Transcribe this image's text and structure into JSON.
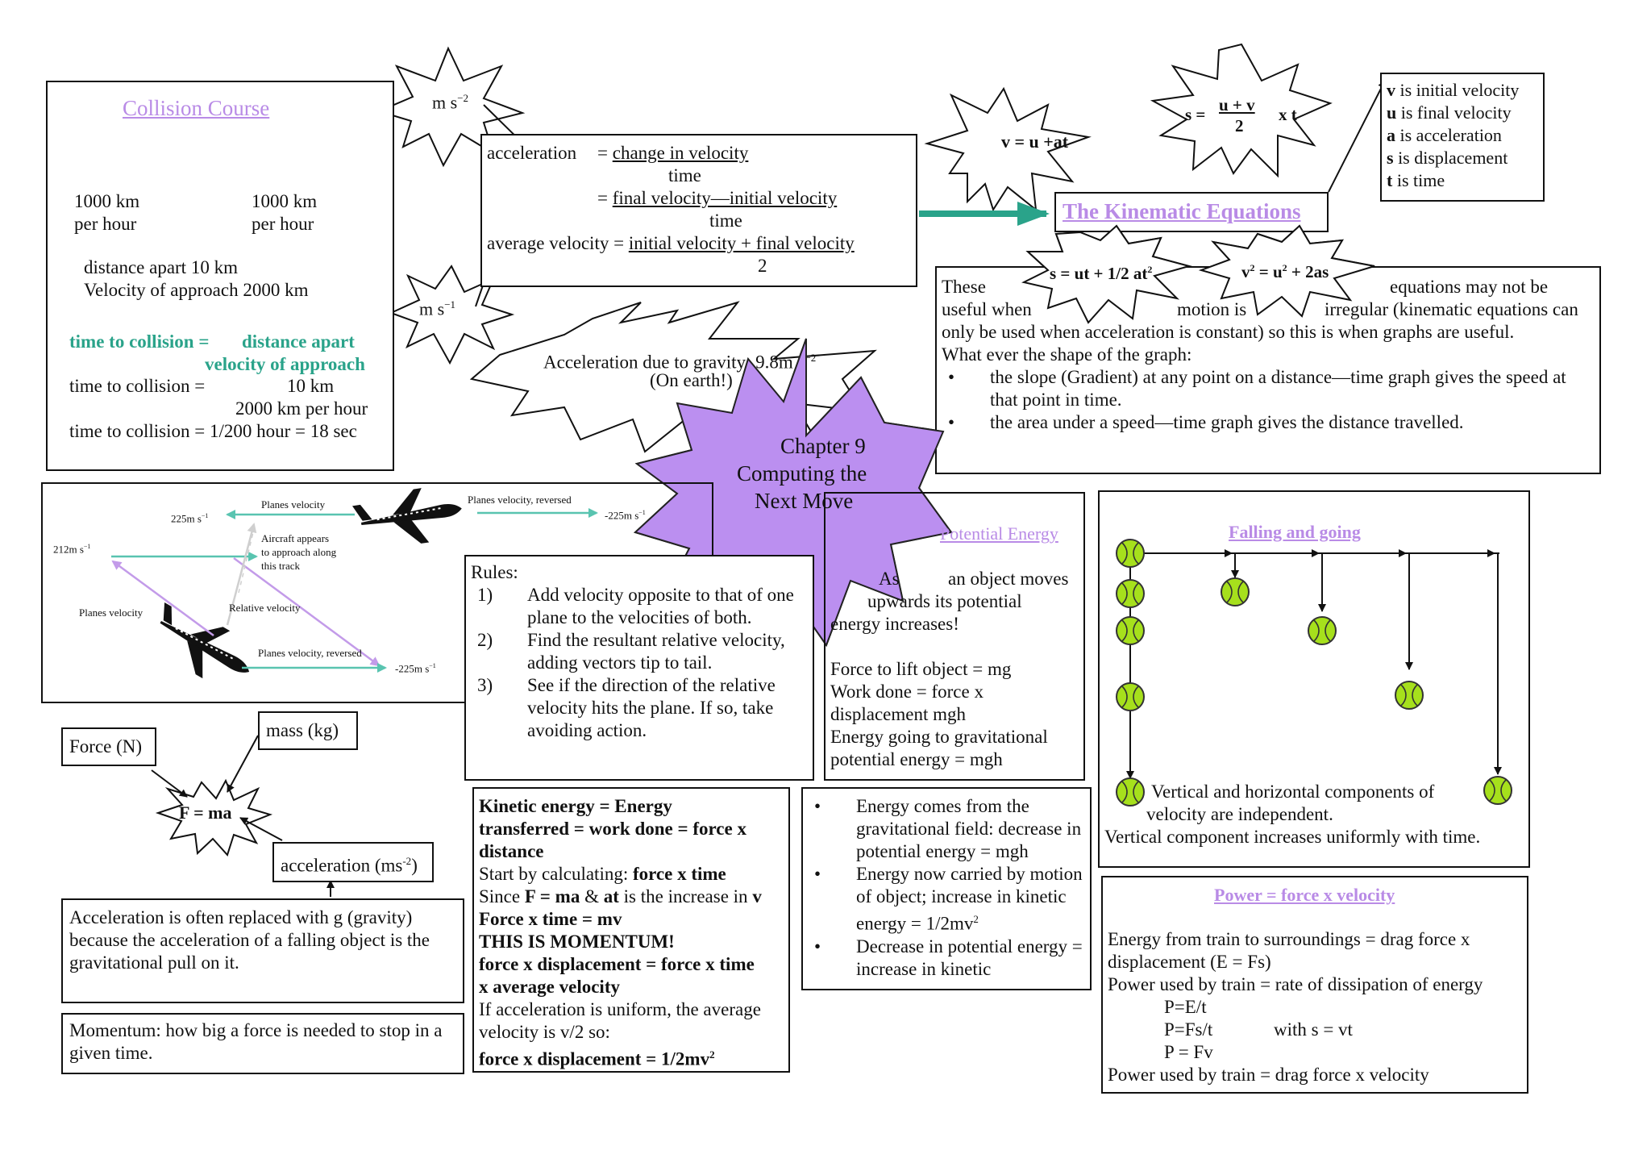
{
  "collision": {
    "title": "Collision Course",
    "speed_left": [
      "1000 km",
      "per hour"
    ],
    "speed_right": [
      "1000 km",
      "per hour"
    ],
    "distance": "distance apart 10 km",
    "approach": "Velocity of approach 2000 km",
    "ttc_label": "time to collision =",
    "ttc_num": "distance apart",
    "ttc_den": "velocity of approach",
    "ttc2_label": "time to collision =",
    "ttc2_num": "10 km",
    "ttc2_den": "2000 km per hour",
    "ttc3": "time to collision = 1/200 hour = 18 sec"
  },
  "accel_units": {
    "top": "m s",
    "top_sup": "−2",
    "bottom": "m s",
    "bottom_sup": "−1"
  },
  "acceleration_box": {
    "l1_label": "acceleration",
    "l1_eq": "= ",
    "l1_num": "change in velocity",
    "l1_den": "time",
    "l2_eq": "= ",
    "l2_num": "final velocity—initial velocity",
    "l2_den": "time",
    "l3_label": "average velocity =",
    "l3_num": "initial velocity + final velocity",
    "l3_den": "2"
  },
  "gravity": {
    "line1": "Acceleration due to gravity:  9.8m s",
    "sup": "−2",
    "line2": "(On earth!)"
  },
  "chapter": {
    "line1": "Chapter 9",
    "line2": "Computing the",
    "line3": "Next Move"
  },
  "kinematic": {
    "title": "The Kinematic Equations",
    "eq1": "v = u +at",
    "eq2_pre": "s =",
    "eq2_num": "u + v",
    "eq2_den": "2",
    "eq2_post": "x t",
    "eq3": "s = ut + 1/2 at",
    "eq3_sup": "2",
    "eq4_a": "v",
    "eq4_sup1": "2",
    "eq4_b": " = u",
    "eq4_sup2": "2",
    "eq4_c": " + 2as",
    "vars": [
      {
        "sym": "v",
        "text": " is initial velocity"
      },
      {
        "sym": "u",
        "text": " is final velocity"
      },
      {
        "sym": "a",
        "text": " is acceleration"
      },
      {
        "sym": "s",
        "text": " is displacement"
      },
      {
        "sym": "t",
        "text": " is time"
      }
    ],
    "text_a": "These",
    "text_b": "equations may not be",
    "text_c": "useful when",
    "text_d": "motion is",
    "text_e": "irregular (kinematic equations can",
    "text_f": "only be used when acceleration is constant) so this is when graphs are useful.",
    "text_g": "What ever the shape of the graph:",
    "bullets": [
      "the slope (Gradient) at any point on a distance—time graph gives the speed at that point in time.",
      "the area under a speed—time graph gives the distance travelled."
    ]
  },
  "relvel": {
    "planes_velocity_top": "Planes velocity",
    "planes_reversed_top": "Planes velocity, reversed",
    "v_225_left": "225m s",
    "v_225_right": "-225m s",
    "v_212": "212m s",
    "sup": "−1",
    "aircraft_appears": [
      "Aircraft appears",
      "to approach along",
      "this track"
    ],
    "relative": "Relative velocity",
    "planes_velocity_left": "Planes velocity",
    "planes_reversed_bottom": "Planes velocity, reversed",
    "v_225_bottom": "-225m s"
  },
  "rules": {
    "title": "Rules:",
    "items": [
      {
        "n": "1)",
        "text": "Add velocity opposite to that of one plane to the velocities of both."
      },
      {
        "n": "2)",
        "text": "Find the resultant relative velocity, adding vectors tip to tail."
      },
      {
        "n": "3)",
        "text": "See if the direction of the relative velocity hits the plane. If so, take avoiding action."
      }
    ]
  },
  "potential": {
    "title": "Potential Energy",
    "as": "As",
    "moves": "an object moves",
    "upwards": "upwards its potential",
    "increases": "energy increases!",
    "lines": [
      "Force to lift object = mg",
      "Work done = force x",
      "displacement  mgh",
      "Energy going to gravitational",
      "potential energy = mgh"
    ]
  },
  "falling": {
    "title": "Falling and going",
    "line1": "Vertical and horizontal components of",
    "line2": "velocity are independent.",
    "line3": "Vertical component increases uniformly with time."
  },
  "force": {
    "force_label": "Force (N)",
    "mass_label": "mass (kg)",
    "fma": "F = ma",
    "accel_label": "acceleration (ms",
    "accel_sup": "-2",
    "accel_close": ")"
  },
  "accel_note": "Acceleration is often replaced with g (gravity) because the acceleration of a falling object is the gravitational pull on it.",
  "momentum_note": "Momentum: how big a force is needed to stop in a given time.",
  "kinetic": {
    "l1": "Kinetic energy = Energy",
    "l2": "transferred = work done = force x",
    "l3": "distance",
    "l4a": "Start by calculating: ",
    "l4b": "force x time",
    "l5a": "Since ",
    "l5b": "F = ma",
    "l5c": " & ",
    "l5d": "at",
    "l5e": " is the increase in ",
    "l5f": "v",
    "l6": "Force x time = mv",
    "l7": "THIS IS MOMENTUM!",
    "l8": "force x displacement = force x time",
    "l9": "x average velocity",
    "l10": "If acceleration is uniform, the average",
    "l11": "velocity is v/2 so:",
    "l12": "force x displacement = 1/2mv",
    "l12_sup": "2"
  },
  "energy_bullets": {
    "b1": "Energy comes from the gravitational field: decrease in potential energy = mgh",
    "b2": "Energy now carried by motion of object; increase in kinetic energy = 1/2mv",
    "b2_sup": "2",
    "b3": "Decrease in potential energy = increase in kinetic"
  },
  "power": {
    "title": "Power = force x velocity",
    "l1": "Energy from train to surroundings = drag force x",
    "l2": "displacement (E = Fs)",
    "l3": "Power used by train = rate of dissipation of energy",
    "l4": "P=E/t",
    "l5": "P=Fs/t",
    "l5b": "with s = vt",
    "l6": "P = Fv",
    "l7": "Power used by train = drag force x velocity"
  },
  "colors": {
    "purple": "#b98be6",
    "teal": "#2aa38a",
    "ball": "#a6e01c"
  }
}
